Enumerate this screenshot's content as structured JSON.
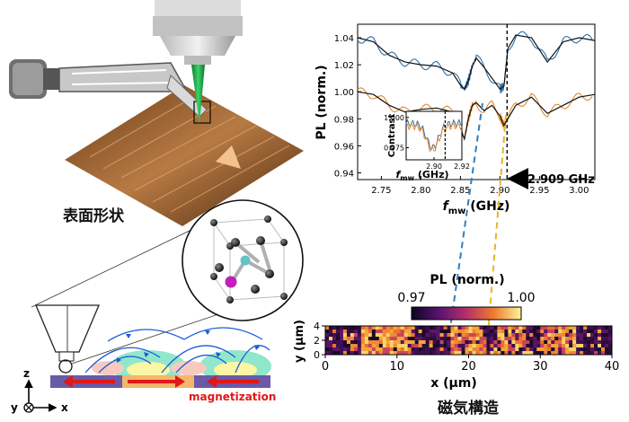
{
  "labels": {
    "surface_shape": "表面形状",
    "magnetic_structure": "磁気構造",
    "magnetization": "magnetization",
    "axis_z": "z",
    "axis_y": "y",
    "axis_x": "x"
  },
  "chart_data": [
    {
      "type": "line",
      "xlabel_main": "f",
      "xlabel_sub": "mw",
      "xlabel_unit": "(GHz)",
      "ylabel": "PL (norm.)",
      "xlim": [
        2.72,
        3.02
      ],
      "ylim": [
        0.935,
        1.05
      ],
      "xticks": [
        "2.75",
        "2.80",
        "2.85",
        "2.90",
        "2.95",
        "3.00"
      ],
      "yticks": [
        "0.94",
        "0.96",
        "0.98",
        "1.00",
        "1.02",
        "1.04"
      ],
      "marker_x": 2.909,
      "annotation": "2.909 GHz",
      "series": [
        {
          "color": "#2f6fa8",
          "x": [
            2.72,
            2.74,
            2.76,
            2.78,
            2.8,
            2.82,
            2.84,
            2.85,
            2.855,
            2.86,
            2.865,
            2.87,
            2.88,
            2.89,
            2.9,
            2.905,
            2.91,
            2.92,
            2.94,
            2.96,
            2.98,
            3.0,
            3.02
          ],
          "y": [
            1.04,
            1.037,
            1.027,
            1.022,
            1.02,
            1.019,
            1.014,
            1.005,
            1.002,
            1.008,
            1.019,
            1.025,
            1.018,
            1.01,
            1.002,
            1.004,
            1.032,
            1.042,
            1.04,
            1.022,
            1.037,
            1.04,
            1.038
          ]
        },
        {
          "color": "#e48a2c",
          "x": [
            2.72,
            2.74,
            2.76,
            2.78,
            2.8,
            2.82,
            2.84,
            2.85,
            2.855,
            2.86,
            2.865,
            2.87,
            2.88,
            2.89,
            2.9,
            2.905,
            2.91,
            2.92,
            2.94,
            2.96,
            2.98,
            3.0,
            3.02
          ],
          "y": [
            1.0,
            0.998,
            0.99,
            0.985,
            0.987,
            0.988,
            0.985,
            0.973,
            0.965,
            0.98,
            0.99,
            0.992,
            0.986,
            0.99,
            0.982,
            0.975,
            0.98,
            0.99,
            0.996,
            0.984,
            0.99,
            0.996,
            0.998
          ]
        }
      ],
      "inset": {
        "ylabel": "Contrast",
        "xlabel_main": "f",
        "xlabel_sub": "mw",
        "xlabel_unit": "(GHz)",
        "xlim": [
          2.88,
          2.92
        ],
        "ylim": [
          0.965,
          1.005
        ],
        "xticks": [
          "2.90",
          "2.92"
        ],
        "yticks": [
          "0.975",
          "1.000"
        ],
        "marker_x": 2.908
      }
    },
    {
      "type": "heatmap",
      "colorbar_label": "PL (norm.)",
      "colorbar_range": [
        "0.97",
        "1.00"
      ],
      "xlabel": "x (μm)",
      "ylabel": "y (μm)",
      "xlim": [
        0,
        40
      ],
      "ylim": [
        0,
        4
      ],
      "xticks": [
        "0",
        "10",
        "20",
        "30",
        "40"
      ],
      "yticks": [
        "0",
        "2",
        "4"
      ],
      "dark_bands_um": [
        [
          0,
          5
        ],
        [
          12,
          17.5
        ],
        [
          22.5,
          24
        ],
        [
          28,
          30
        ],
        [
          35,
          40
        ]
      ]
    }
  ]
}
